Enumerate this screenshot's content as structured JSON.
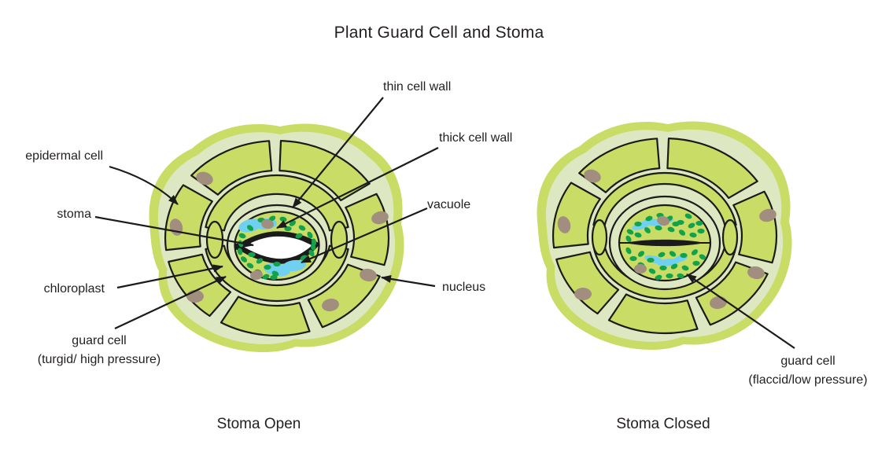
{
  "title": "Plant Guard Cell and Stoma",
  "captions": {
    "open": "Stoma Open",
    "closed": "Stoma Closed"
  },
  "labels_left": {
    "epidermal_cell": "epidermal cell",
    "stoma": "stoma",
    "chloroplast": "chloroplast",
    "guard_cell": "guard cell",
    "guard_cell_state": "(turgid/ high pressure)",
    "thin_cell_wall": "thin cell wall",
    "thick_cell_wall": "thick cell wall",
    "vacuole": "vacuole",
    "nucleus": "nucleus"
  },
  "labels_right": {
    "guard_cell": "guard cell",
    "guard_cell_state": "(flaccid/low pressure)"
  },
  "colors": {
    "background": "#ffffff",
    "cell_green": "#c8dc66",
    "cell_wall_sage": "#dde8c3",
    "chloroplast_green": "#12a24b",
    "vacuole_blue": "#6fd0f2",
    "nucleus_taupe": "#a18e7e",
    "outline_ink": "#1b1b1b",
    "text": "#231f20"
  }
}
